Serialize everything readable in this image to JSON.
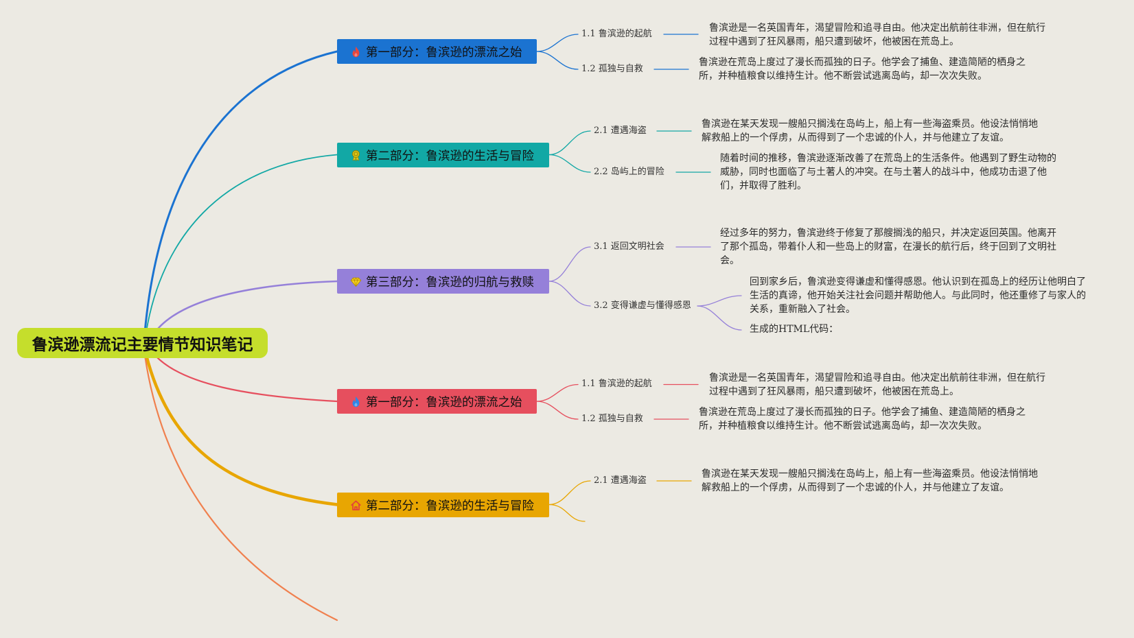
{
  "canvas": {
    "background": "#ECEAE3"
  },
  "root": {
    "label": "鲁滨逊漂流记主要情节知识笔记",
    "color": "#C5DE2C"
  },
  "branches": [
    {
      "label": "第一部分：鲁滨逊的漂流之始",
      "icon": "fire-icon",
      "icon_color": "#E9463C",
      "color": "#1B73D1",
      "children": [
        {
          "label": "1.1 鲁滨逊的起航",
          "notes": [
            {
              "lines": [
                "鲁滨逊是一名英国青年，渴望冒险和追寻自由。他决定出航前往非洲，但在航行",
                "过程中遇到了狂风暴雨，船只遭到破坏，他被困在荒岛上。"
              ]
            }
          ]
        },
        {
          "label": "1.2 孤独与自救",
          "notes": [
            {
              "lines": [
                "鲁滨逊在荒岛上度过了漫长而孤独的日子。他学会了捕鱼、建造简陋的栖身之",
                "所，并种植粮食以维持生计。他不断尝试逃离岛屿，却一次次失败。"
              ]
            }
          ]
        }
      ]
    },
    {
      "label": "第二部分：鲁滨逊的生活与冒险",
      "icon": "award-icon",
      "icon_color": "#DCC51B",
      "color": "#12A8A5",
      "children": [
        {
          "label": "2.1 遭遇海盗",
          "notes": [
            {
              "lines": [
                "鲁滨逊在某天发现一艘船只搁浅在岛屿上，船上有一些海盗乘员。他设法悄悄地",
                "解救船上的一个俘虏，从而得到了一个忠诚的仆人，并与他建立了友谊。"
              ]
            }
          ]
        },
        {
          "label": "2.2 岛屿上的冒险",
          "notes": [
            {
              "lines": [
                "随着时间的推移，鲁滨逊逐渐改善了在荒岛上的生活条件。他遇到了野生动物的",
                "威胁，同时也面临了与土著人的冲突。在与土著人的战斗中，他成功击退了他",
                "们，并取得了胜利。"
              ]
            }
          ]
        }
      ]
    },
    {
      "label": "第三部分：鲁滨逊的归航与救赎",
      "icon": "diamond-icon",
      "icon_color": "#F4D11F",
      "color": "#9580D9",
      "children": [
        {
          "label": "3.1 返回文明社会",
          "notes": [
            {
              "lines": [
                "经过多年的努力，鲁滨逊终于修复了那艘搁浅的船只，并决定返回英国。他离开",
                "了那个孤岛，带着仆人和一些岛上的财富，在漫长的航行后，终于回到了文明社",
                "会。"
              ]
            }
          ]
        },
        {
          "label": "3.2 变得谦虚与懂得感恩",
          "notes": [
            {
              "lines": [
                "回到家乡后，鲁滨逊变得谦虚和懂得感恩。他认识到在孤岛上的经历让他明白了",
                "生活的真谛，他开始关注社会问题并帮助他人。与此同时，他还重修了与家人的",
                "关系，重新融入了社会。"
              ]
            },
            {
              "lines": [
                "生成的HTML代码："
              ]
            }
          ]
        }
      ]
    },
    {
      "label": "第一部分：鲁滨逊的漂流之始",
      "icon": "flame-icon",
      "icon_color": "#2D86E6",
      "color": "#E64F5E",
      "children": [
        {
          "label": "1.1 鲁滨逊的起航",
          "notes": [
            {
              "lines": [
                "鲁滨逊是一名英国青年，渴望冒险和追寻自由。他决定出航前往非洲，但在航行",
                "过程中遇到了狂风暴雨，船只遭到破坏，他被困在荒岛上。"
              ]
            }
          ]
        },
        {
          "label": "1.2 孤独与自救",
          "notes": [
            {
              "lines": [
                "鲁滨逊在荒岛上度过了漫长而孤独的日子。他学会了捕鱼、建造简陋的栖身之",
                "所，并种植粮食以维持生计。他不断尝试逃离岛屿，却一次次失败。"
              ]
            }
          ]
        }
      ]
    },
    {
      "label": "第二部分：鲁滨逊的生活与冒险",
      "icon": "home-icon",
      "icon_color": "#E4403A",
      "color": "#E8A602",
      "children": [
        {
          "label": "2.1 遭遇海盗",
          "notes": [
            {
              "lines": [
                "鲁滨逊在某天发现一艘船只搁浅在岛屿上，船上有一些海盗乘员。他设法悄悄地",
                "解救船上的一个俘虏，从而得到了一个忠诚的仆人，并与他建立了友谊。"
              ]
            }
          ]
        }
      ]
    },
    {
      "color": "#F0804E"
    }
  ]
}
